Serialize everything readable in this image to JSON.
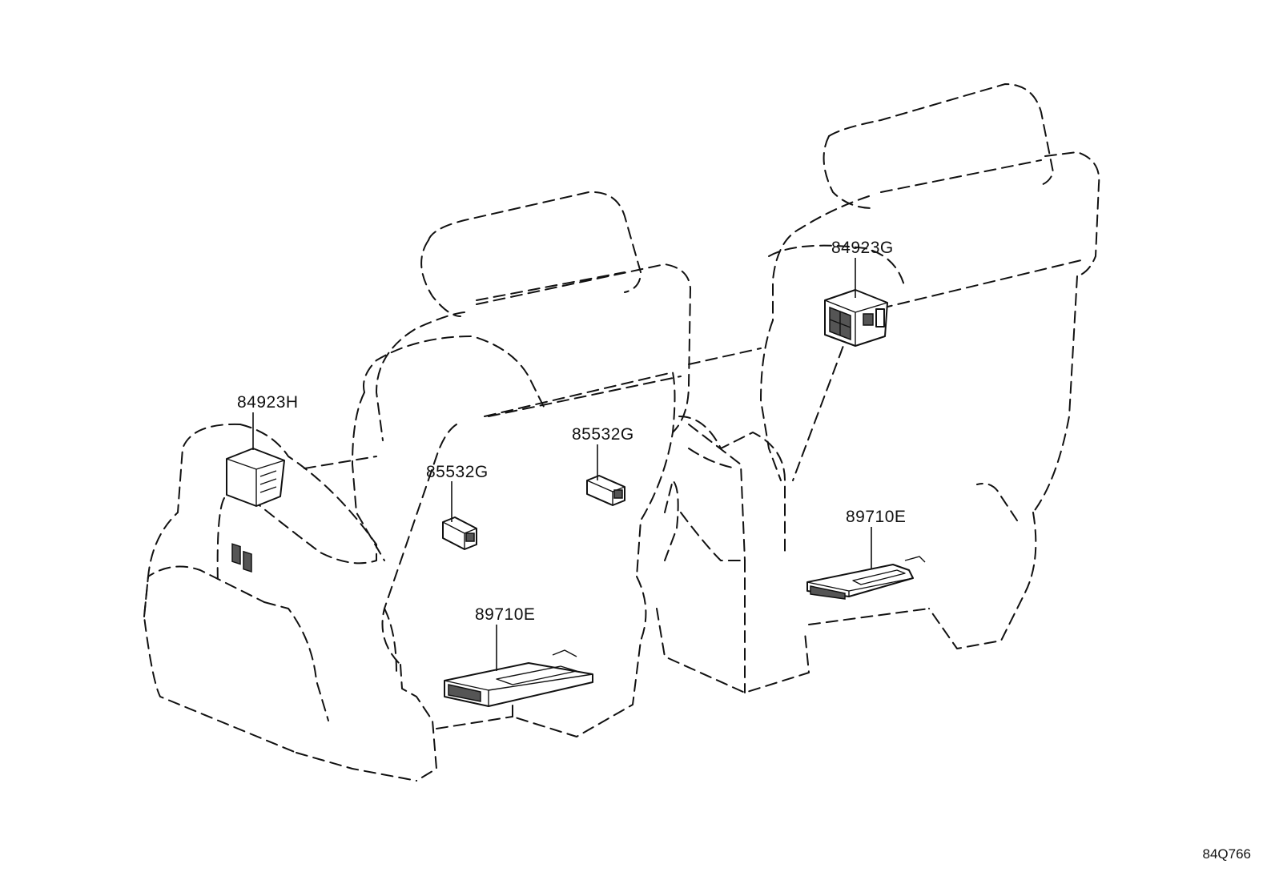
{
  "callouts": [
    {
      "id": "c1",
      "text": "84923H"
    },
    {
      "id": "c2",
      "text": "85532G"
    },
    {
      "id": "c3",
      "text": "85532G"
    },
    {
      "id": "c4",
      "text": "84923G"
    },
    {
      "id": "c5",
      "text": "89710E"
    },
    {
      "id": "c6",
      "text": "89710E"
    }
  ],
  "diagram_id": "84Q766"
}
